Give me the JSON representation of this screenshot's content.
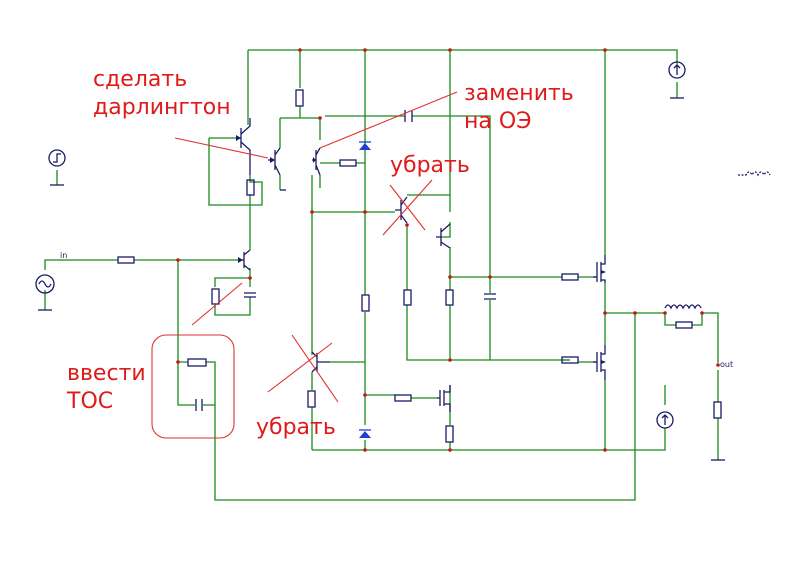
{
  "annotations": {
    "darlington": [
      "сделать",
      "дарлингтон"
    ],
    "replace_ce": [
      "заменить",
      "на ОЭ"
    ],
    "remove_top": "убрать",
    "remove_bottom": "убрать",
    "introduce_fb": [
      "ввести",
      "ТОС"
    ]
  },
  "net_labels": {
    "input": "in",
    "output": "out"
  },
  "colors": {
    "wire": "#1a8a1a",
    "device": "#1a1a66",
    "annotation": "#e01a1a",
    "junction": "#c01818"
  }
}
